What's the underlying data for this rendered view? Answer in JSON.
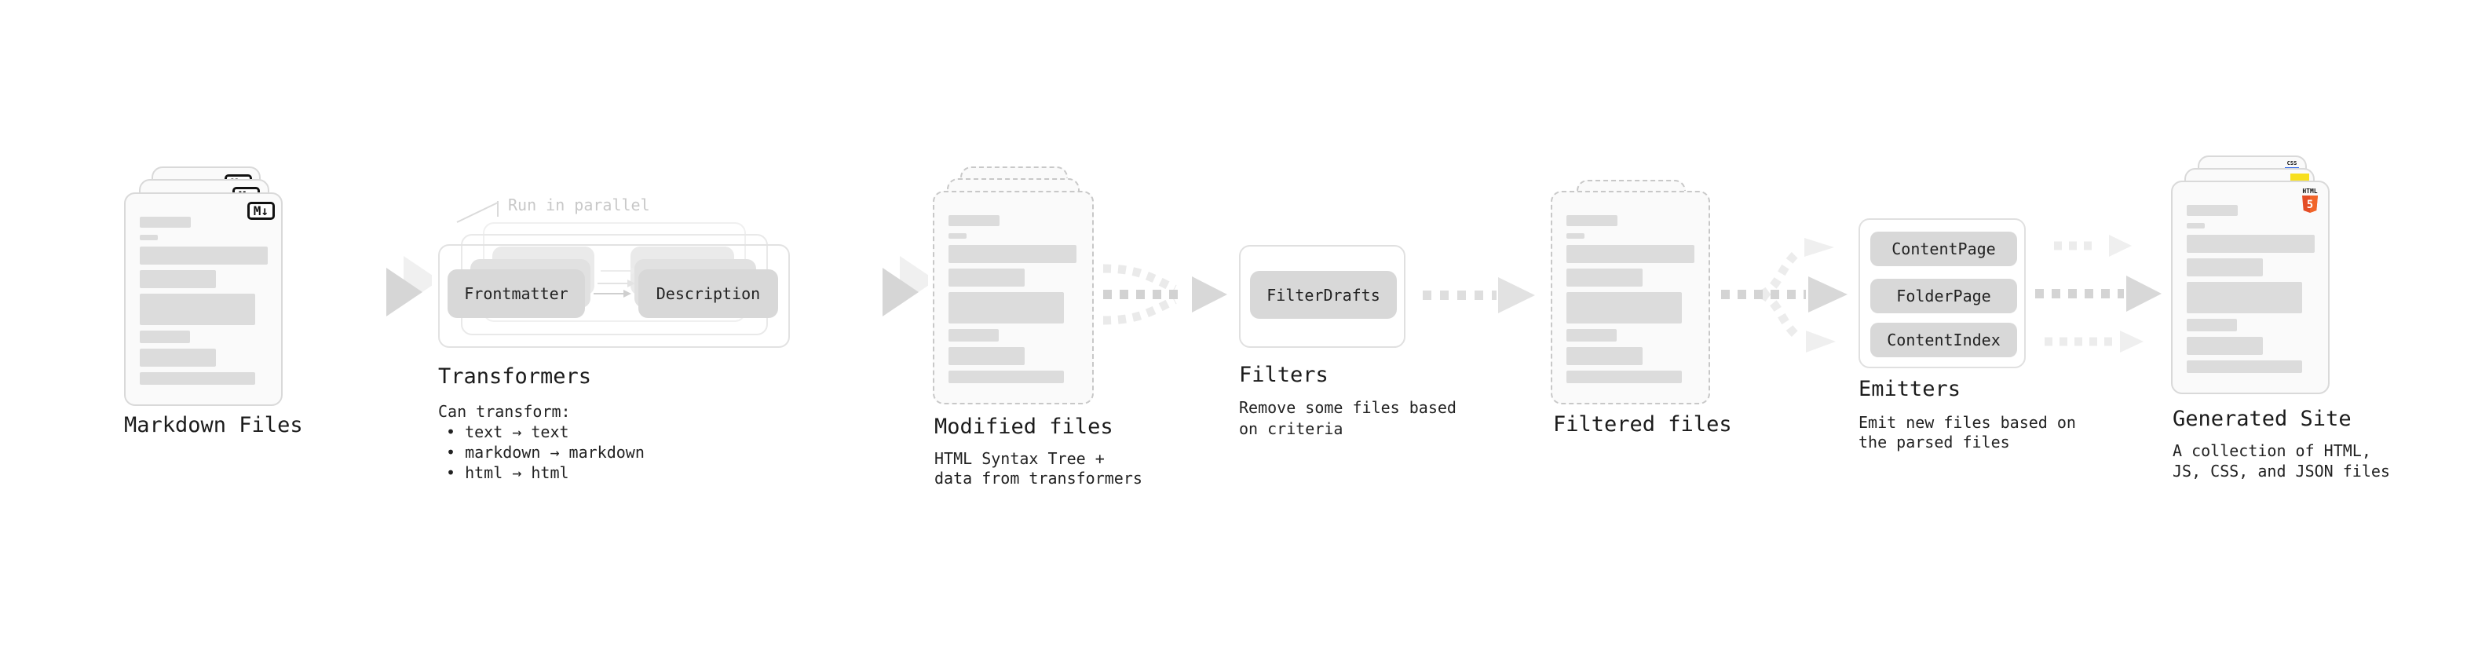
{
  "pipeline": {
    "markdown_files": {
      "label": "Markdown Files",
      "badge": "M↓"
    },
    "transformers": {
      "title": "Transformers",
      "note": "Run in parallel",
      "pill_left": "Frontmatter",
      "pill_right": "Description",
      "desc_heading": "Can transform:",
      "bullet1": "• text → text",
      "bullet2": "• markdown → markdown",
      "bullet3": "• html → html"
    },
    "modified_files": {
      "label": "Modified files",
      "desc_line1": "HTML Syntax Tree +",
      "desc_line2": "data from transformers"
    },
    "filters": {
      "title": "Filters",
      "pill": "FilterDrafts",
      "desc_line1": "Remove some files based",
      "desc_line2": "on criteria"
    },
    "filtered_files": {
      "label": "Filtered files"
    },
    "emitters": {
      "title": "Emitters",
      "pill1": "ContentPage",
      "pill2": "FolderPage",
      "pill3": "ContentIndex",
      "desc_line1": "Emit new files based on",
      "desc_line2": "the parsed files"
    },
    "generated_site": {
      "label": "Generated Site",
      "desc_line1": "A collection of HTML,",
      "desc_line2": "JS, CSS, and JSON files",
      "html_badge": "HTML",
      "html_badge_num": "5",
      "css_badge": "CSS"
    },
    "colors": {
      "html5_orange": "#e44d26",
      "js_yellow": "#f7df1e",
      "css_blue": "#2862e9"
    }
  }
}
